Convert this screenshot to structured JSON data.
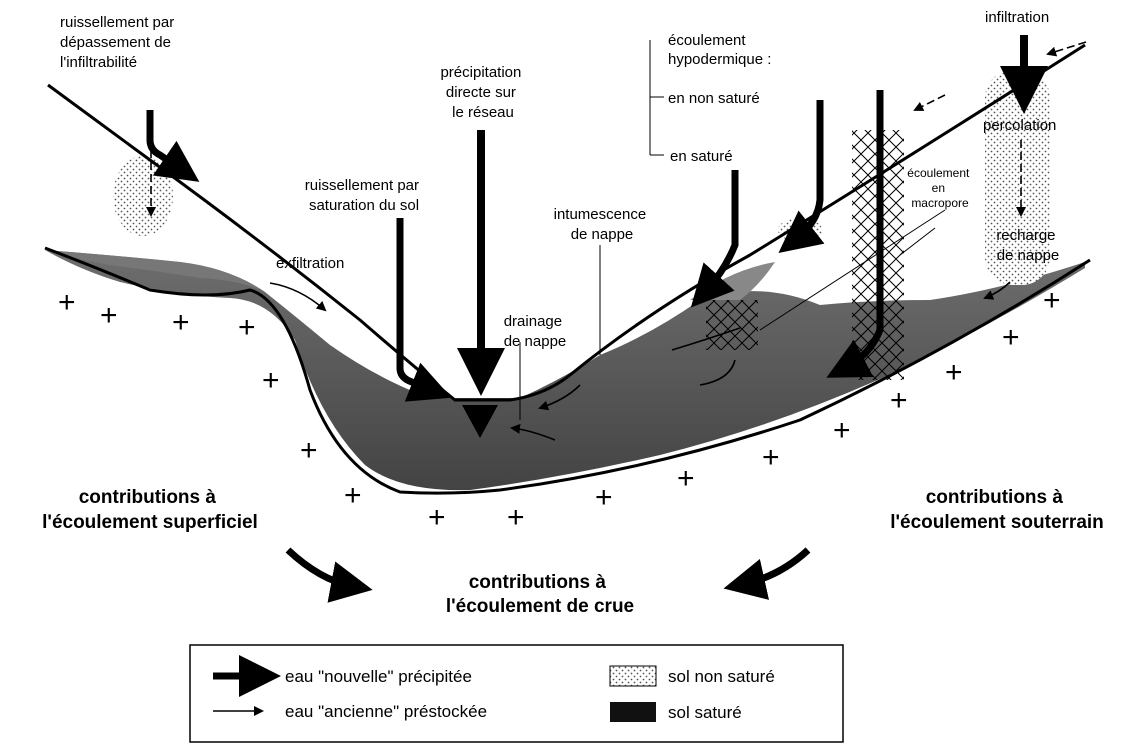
{
  "labels": {
    "ruissellement_depassement": [
      "ruissellement par",
      "dépassement de",
      "l'infiltrabilité"
    ],
    "precipitation_directe": [
      "précipitation",
      "directe sur",
      "le réseau"
    ],
    "ecoulement_hypodermique": [
      "écoulement",
      "hypodermique :"
    ],
    "en_non_sature": "en non saturé",
    "en_sature": "en saturé",
    "infiltration": "infiltration",
    "percolation": "percolation",
    "ecoulement_macropore": [
      "écoulement",
      "en",
      "macropore"
    ],
    "recharge_nappe": [
      "recharge",
      "de nappe"
    ],
    "ruissellement_saturation": [
      "ruissellement par",
      "saturation du sol"
    ],
    "intumescence": [
      "intumescence",
      "de nappe"
    ],
    "exfiltration": "exfiltration",
    "drainage": [
      "drainage",
      "de nappe"
    ],
    "contrib_superficiel": [
      "contributions à",
      "l'écoulement superficiel"
    ],
    "contrib_souterrain": [
      "contributions à",
      "l'écoulement souterrain"
    ],
    "contrib_crue": [
      "contributions à",
      "l'écoulement de crue"
    ]
  },
  "legend": {
    "nouvelle": "eau \"nouvelle\" précipitée",
    "ancienne": "eau \"ancienne\" préstockée",
    "non_sature": "sol non saturé",
    "sature": "sol saturé"
  },
  "colors": {
    "ink": "#000000",
    "saturated": "#262626",
    "dots": "#555555",
    "paper": "#ffffff"
  }
}
